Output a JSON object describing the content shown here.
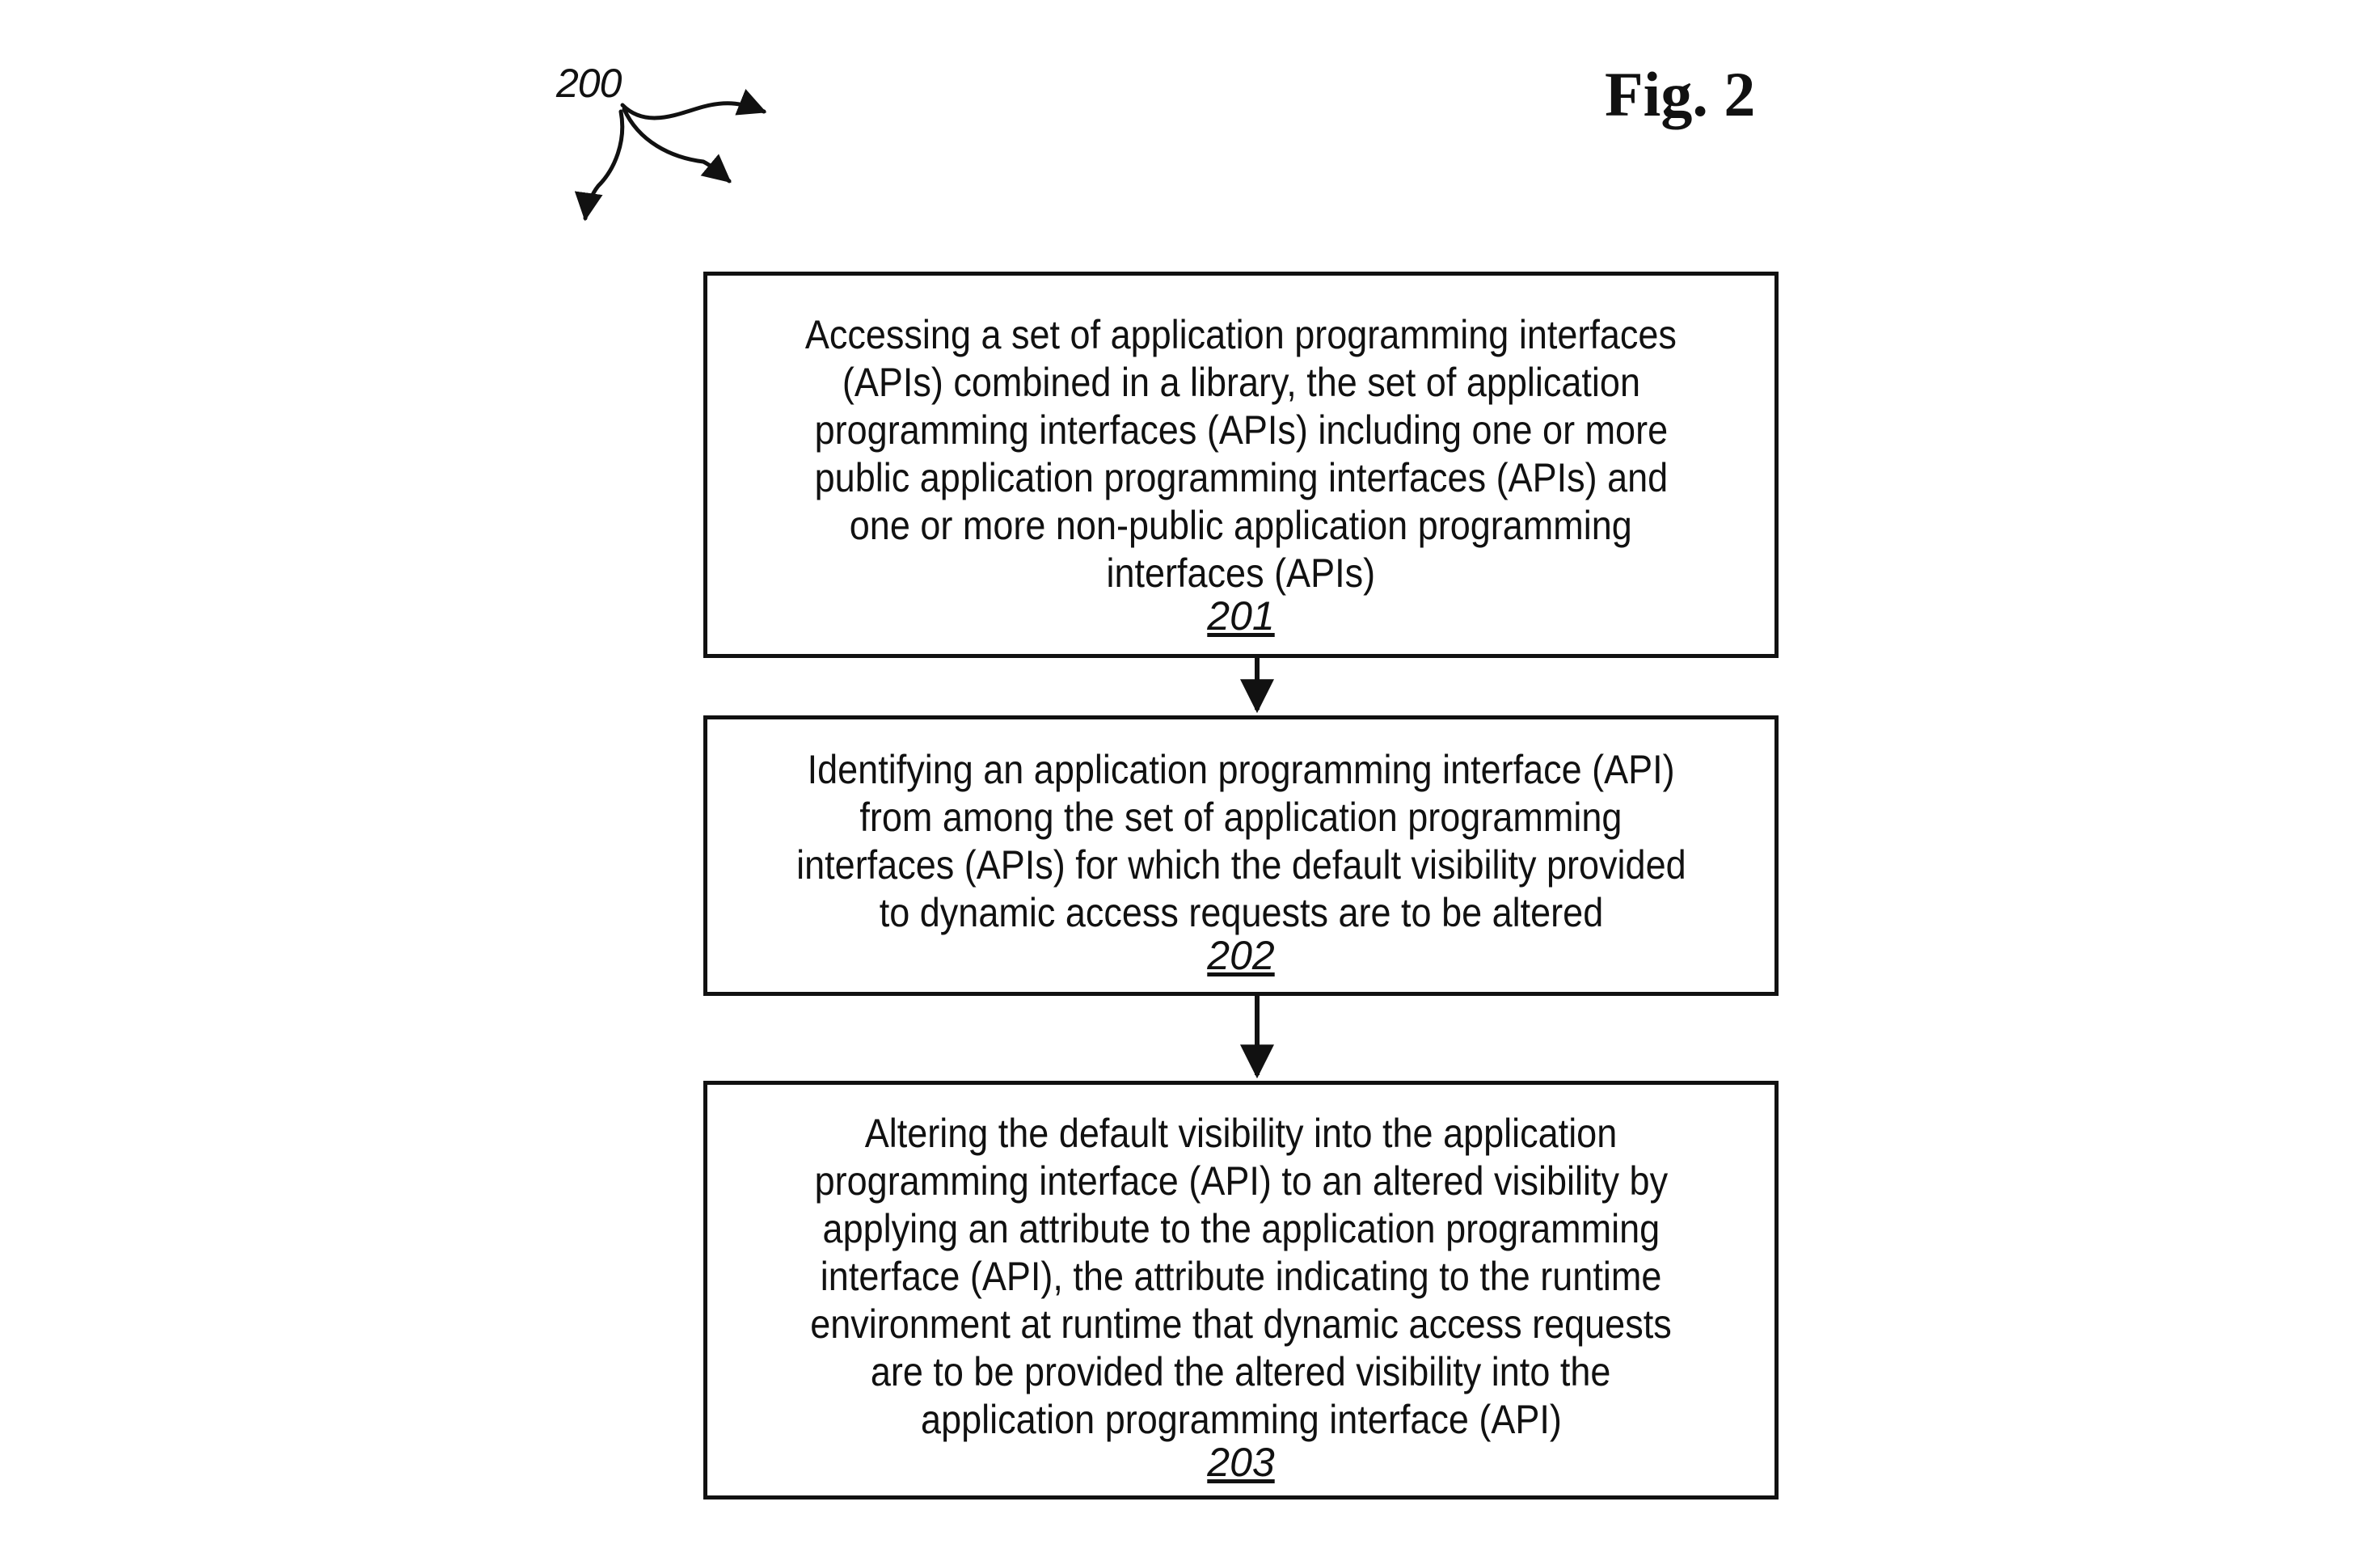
{
  "figure": {
    "title": "Fig. 2",
    "reference_number": "200"
  },
  "flowchart": {
    "steps": [
      {
        "id": "201",
        "lines": [
          "Accessing a set of application programming interfaces",
          "(APIs) combined in a library, the set of application",
          "programming interfaces (APIs) including one or more",
          "public application programming interfaces (APIs) and",
          "one or more non-public application programming",
          "interfaces (APIs)"
        ],
        "ref": "201"
      },
      {
        "id": "202",
        "lines": [
          "Identifying an application programming interface (API)",
          "from among the set of application programming",
          "interfaces (APIs) for which the default visibility provided",
          "to dynamic access requests are to be altered"
        ],
        "ref": "202"
      },
      {
        "id": "203",
        "lines": [
          "Altering the default visibility into the application",
          "programming interface (API) to an altered visibility by",
          "applying an attribute to the application programming",
          "interface (API), the attribute indicating to the runtime",
          "environment at runtime that dynamic access requests",
          "are to be provided the altered visibility into the",
          "application programming interface (API)"
        ],
        "ref": "203"
      }
    ],
    "connectors": [
      {
        "from": "201",
        "to": "202"
      },
      {
        "from": "202",
        "to": "203"
      }
    ]
  },
  "colors": {
    "ink": "#111111",
    "background": "#ffffff"
  }
}
